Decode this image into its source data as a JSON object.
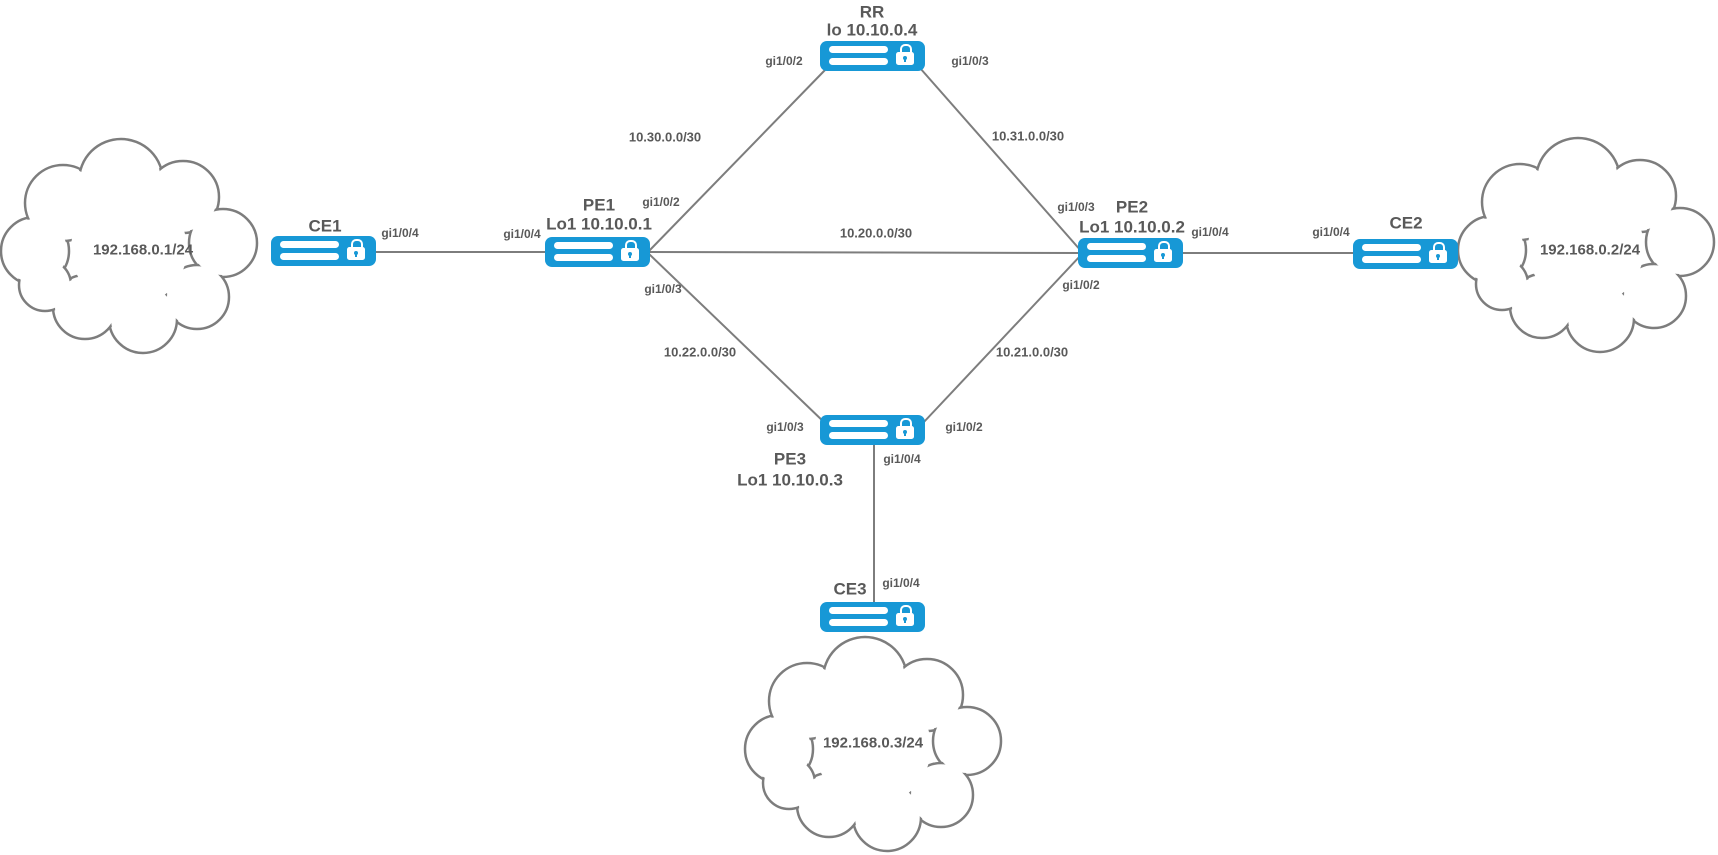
{
  "colors": {
    "router_blue": "#1798d6",
    "line_gray": "#7d7d7d",
    "label_gray": "#595959"
  },
  "nodes": {
    "rr": {
      "name": "RR",
      "loopback": "lo 10.10.0.4"
    },
    "pe1": {
      "name": "PE1",
      "loopback": "Lo1 10.10.0.1"
    },
    "pe2": {
      "name": "PE2",
      "loopback": "Lo1 10.10.0.2"
    },
    "pe3": {
      "name": "PE3",
      "loopback": "Lo1 10.10.0.3"
    },
    "ce1": {
      "name": "CE1"
    },
    "ce2": {
      "name": "CE2"
    },
    "ce3": {
      "name": "CE3"
    }
  },
  "clouds": {
    "site1": {
      "label": "192.168.0.1/24"
    },
    "site2": {
      "label": "192.168.0.2/24"
    },
    "site3": {
      "label": "192.168.0.3/24"
    }
  },
  "links": {
    "ce1_pe1": {
      "ce1_if": "gi1/0/4",
      "pe1_if": "gi1/0/4"
    },
    "pe1_rr": {
      "pe1_if": "gi1/0/2",
      "rr_if": "gi1/0/2",
      "subnet": "10.30.0.0/30"
    },
    "rr_pe2": {
      "rr_if": "gi1/0/3",
      "pe2_if": "gi1/0/3",
      "subnet": "10.31.0.0/30"
    },
    "pe1_pe2": {
      "subnet": "10.20.0.0/30"
    },
    "pe1_pe3": {
      "pe1_if": "gi1/0/3",
      "pe3_if": "gi1/0/3",
      "subnet": "10.22.0.0/30"
    },
    "pe2_pe3": {
      "pe2_if": "gi1/0/2",
      "pe3_if": "gi1/0/2",
      "subnet": "10.21.0.0/30"
    },
    "pe2_ce2": {
      "pe2_if": "gi1/0/4",
      "ce2_if": "gi1/0/4"
    },
    "pe3_ce3": {
      "pe3_if": "gi1/0/4",
      "ce3_if": "gi1/0/4"
    }
  }
}
